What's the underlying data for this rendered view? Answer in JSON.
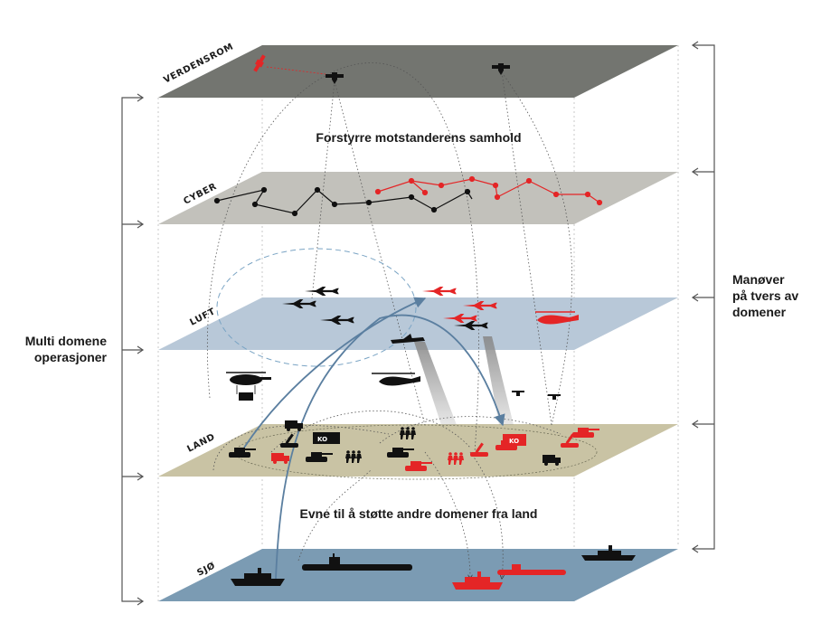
{
  "planes": [
    {
      "label": "VERDENSROM",
      "color": "#737570"
    },
    {
      "label": "CYBER",
      "color": "#c2c1bb"
    },
    {
      "label": "LUFT",
      "color": "#b8c8d8"
    },
    {
      "label": "LAND",
      "color": "#c9c3a4"
    },
    {
      "label": "SJØ",
      "color": "#7b9bb3"
    }
  ],
  "between_texts": {
    "space_cyber": "Forstyrre motstanderens samhold",
    "land_sea": "Evne til å støtte andre domener fra land"
  },
  "left_label": [
    "Multi domene",
    "operasjoner"
  ],
  "right_label": [
    "Manøver",
    "på tvers av",
    "domener"
  ],
  "unit_tags": {
    "friendly_hq": "KO",
    "enemy_hq": "KO"
  },
  "colors": {
    "friendly": "#111111",
    "enemy": "#e42526",
    "arc": "#5b7fa0",
    "bracket": "#555555"
  },
  "icons": [
    "satellite-icon",
    "fighter-jet-icon",
    "helicopter-icon",
    "drone-icon",
    "tank-icon",
    "truck-icon",
    "artillery-icon",
    "soldier-icon",
    "warship-icon",
    "submarine-icon",
    "aircraft-carrier-icon"
  ]
}
